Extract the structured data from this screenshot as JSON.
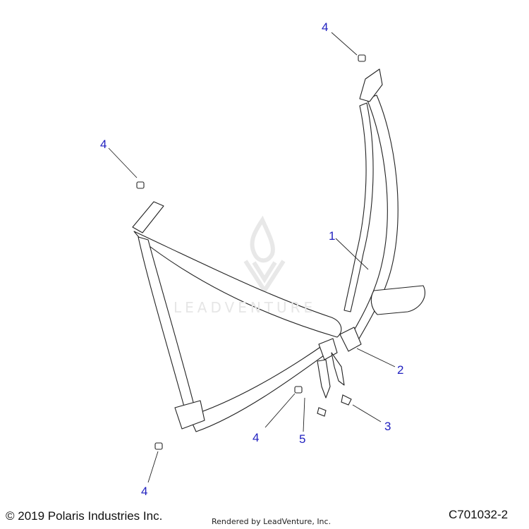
{
  "watermark": {
    "text": "LEADVENTURE"
  },
  "callouts": [
    {
      "id": "1",
      "label": "1"
    },
    {
      "id": "2",
      "label": "2"
    },
    {
      "id": "3",
      "label": "3"
    },
    {
      "id": "4a",
      "label": "4"
    },
    {
      "id": "4b",
      "label": "4"
    },
    {
      "id": "4c",
      "label": "4"
    },
    {
      "id": "4d",
      "label": "4"
    },
    {
      "id": "5",
      "label": "5"
    }
  ],
  "footer": {
    "copyright": "© 2019 Polaris Industries Inc.",
    "rendered_by": "Rendered by LeadVenture, Inc.",
    "part_code": "C701032-2"
  },
  "colors": {
    "callout": "#1f1fbf",
    "line": "#222222",
    "watermark": "#e6e6e6"
  }
}
